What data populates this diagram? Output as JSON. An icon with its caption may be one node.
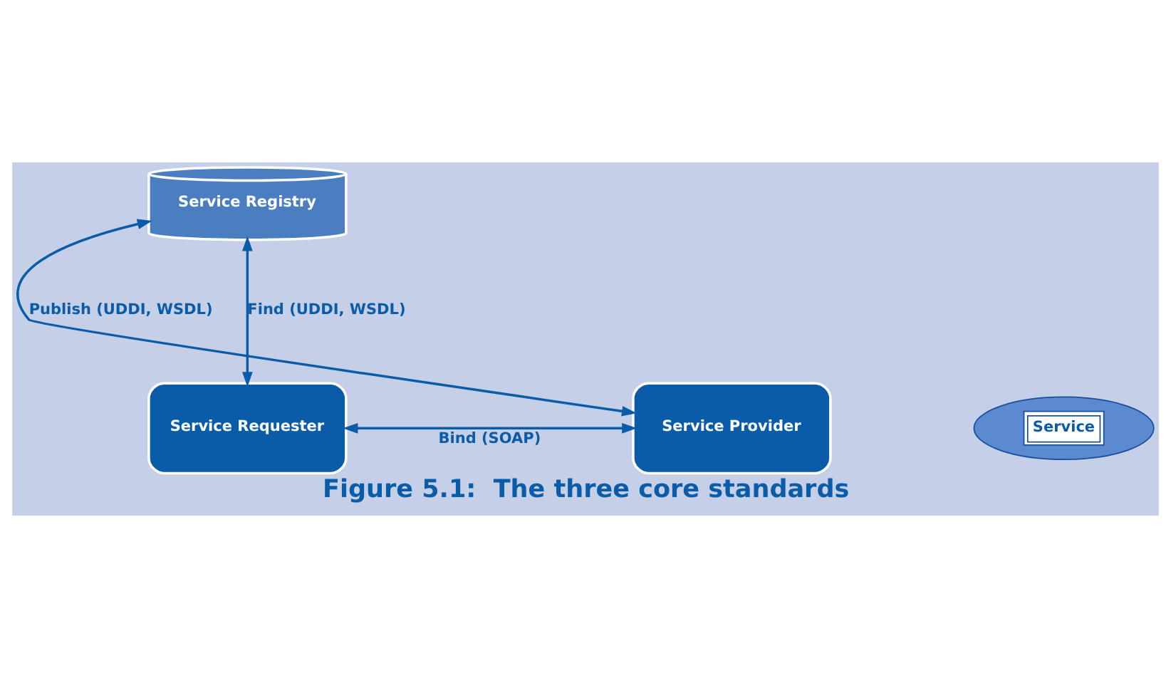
{
  "diagram": {
    "caption": "Figure 5.1:  The three core standards",
    "nodes": [
      {
        "text": [
          "Service Registry"
        ]
      },
      {
        "text": [
          "Service Requester"
        ]
      },
      {
        "text": [
          "Service Provider"
        ]
      },
      {
        "text": [
          "Service"
        ]
      }
    ],
    "edges": [
      {
        "from": 1,
        "to": 0,
        "arrow": "both",
        "label": "Find (UDDI, WSDL)"
      },
      {
        "from": 0,
        "to": 2,
        "arrow": "both",
        "label": "Publish (UDDI, WSDL)"
      },
      {
        "from": 1,
        "to": 2,
        "arrow": "both",
        "label": "Bind (SOAP)"
      }
    ]
  }
}
